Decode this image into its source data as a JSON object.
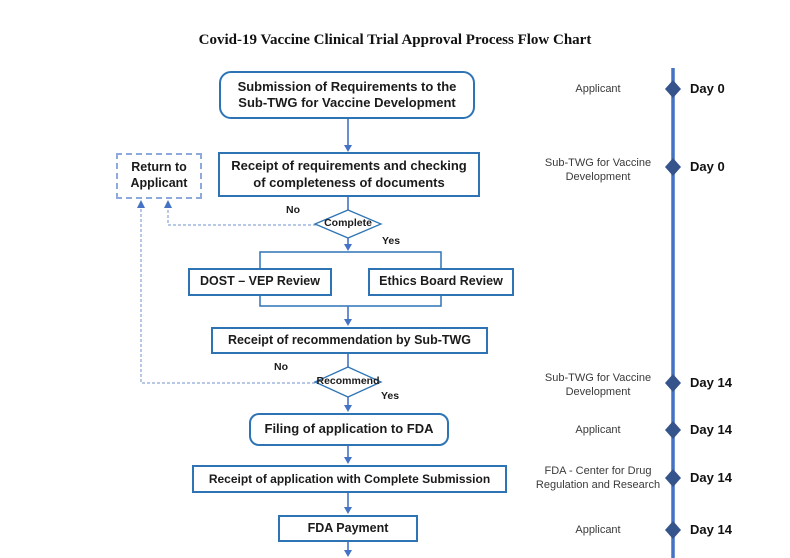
{
  "title": "Covid-19 Vaccine Clinical Trial Approval Process Flow Chart",
  "nodes": {
    "submission": "Submission of Requirements to the Sub-TWG for Vaccine Development",
    "receipt_requirements": "Receipt of requirements and checking of completeness of documents",
    "return_to_applicant": "Return to Applicant",
    "decision_complete": "Complete",
    "dost_vep_review": "DOST – VEP Review",
    "ethics_board_review": "Ethics Board Review",
    "receipt_recommendation": "Receipt of recommendation by Sub-TWG",
    "decision_recommend": "Recommend",
    "filing_fda": "Filing of application to FDA",
    "receipt_application": "Receipt of application with Complete Submission",
    "fda_payment": "FDA Payment"
  },
  "branch_labels": {
    "no": "No",
    "yes": "Yes"
  },
  "timeline": {
    "entries": [
      {
        "actor": "Applicant",
        "day": "Day 0"
      },
      {
        "actor": "Sub-TWG for Vaccine Development",
        "day": "Day 0"
      },
      {
        "actor": "Sub-TWG for Vaccine Development",
        "day": "Day 14"
      },
      {
        "actor": "Applicant",
        "day": "Day 14"
      },
      {
        "actor": "FDA - Center for Drug Regulation and Research",
        "day": "Day 14"
      },
      {
        "actor": "Applicant",
        "day": "Day 14"
      }
    ]
  },
  "colors": {
    "box_border": "#2E74B5",
    "connector": "#4472C4",
    "dashed_connector": "#8EA9DB",
    "milestone_diamond": "#35548C",
    "timeline_line": "#4472C4",
    "text": "#111111",
    "actor_text": "#3A3A3A"
  }
}
